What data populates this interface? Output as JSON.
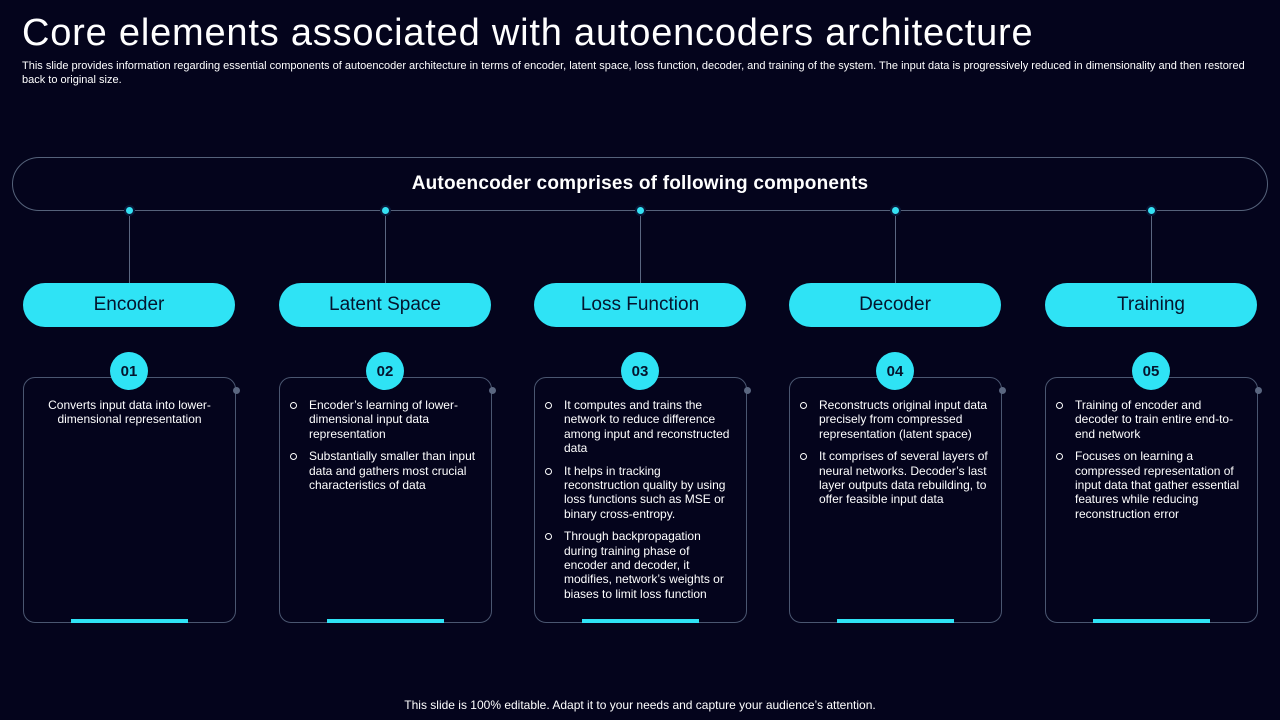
{
  "slide": {
    "title": "Core elements associated with autoencoders architecture",
    "subtitle": "This slide provides information regarding essential components of autoencoder architecture in terms of encoder, latent space, loss function, decoder, and training of the system. The input data is progressively reduced in dimensionality and then restored back to original size.",
    "banner": "Autoencoder comprises of following  components",
    "footer": "This slide is 100% editable. Adapt it to your needs and capture your audience’s attention."
  },
  "colors": {
    "background": "#04041c",
    "accent": "#2fe3f5",
    "border": "#4a5670"
  },
  "components": [
    {
      "name": "Encoder",
      "number": "01",
      "text": "Converts input data into lower-dimensional representation",
      "bullets": []
    },
    {
      "name": "Latent Space",
      "number": "02",
      "text": "",
      "bullets": [
        "Encoder’s learning of lower-dimensional input data representation",
        "Substantially smaller than input data and gathers most crucial characteristics of data"
      ]
    },
    {
      "name": "Loss Function",
      "number": "03",
      "text": "",
      "bullets": [
        "It computes and trains the network to reduce difference among input and reconstructed data",
        "It helps in tracking reconstruction quality by using loss functions such as MSE or binary cross-entropy.",
        "Through backpropagation during training phase of encoder and decoder, it modifies, network’s weights or biases to limit loss function"
      ]
    },
    {
      "name": "Decoder",
      "number": "04",
      "text": "",
      "bullets": [
        "Reconstructs original input data precisely from compressed representation (latent space)",
        "It comprises of several layers of neural networks. Decoder’s last layer outputs data rebuilding, to offer feasible input data"
      ]
    },
    {
      "name": "Training",
      "number": "05",
      "text": "",
      "bullets": [
        "Training of encoder and decoder to train entire end-to-end network",
        "Focuses on learning a compressed representation of input data that gather essential features while reducing reconstruction error"
      ]
    }
  ]
}
